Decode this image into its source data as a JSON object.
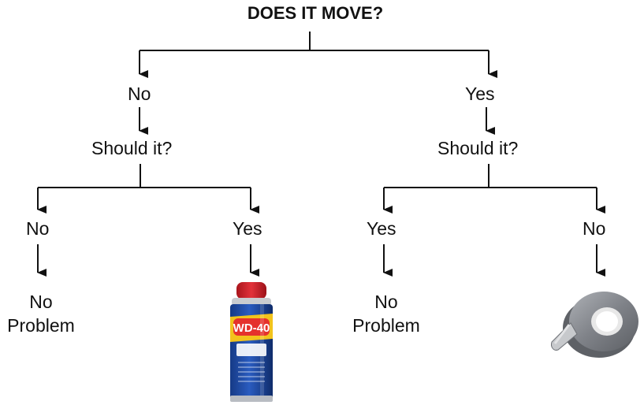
{
  "title": "DOES IT MOVE?",
  "branches": {
    "left": {
      "answer": "No",
      "question": "Should it?",
      "children": [
        {
          "answer": "No",
          "result": [
            "No",
            "Problem"
          ]
        },
        {
          "answer": "Yes",
          "result_image": "wd40-spray-can-icon",
          "product_label": "WD-40"
        }
      ]
    },
    "right": {
      "answer": "Yes",
      "question": "Should it?",
      "children": [
        {
          "answer": "Yes",
          "result": [
            "No",
            "Problem"
          ]
        },
        {
          "answer": "No",
          "result_image": "duct-tape-roll-icon"
        }
      ]
    }
  },
  "colors": {
    "lines": "#111111",
    "can_blue": "#1f4aa0",
    "can_yellow": "#f2c31c",
    "cap_red": "#d8232a",
    "tape_gray": "#8a8d92"
  }
}
